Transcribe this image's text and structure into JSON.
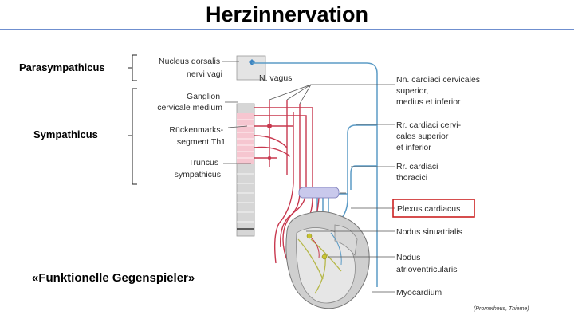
{
  "title": "Herzinnervation",
  "left_labels": {
    "parasympathicus": "Parasympathicus",
    "sympathicus": "Sympathicus"
  },
  "footer": "«Funktionelle Gegenspieler»",
  "credit": "(Prometheus, Thieme)",
  "labels_left": {
    "nucleus": [
      "Nucleus dorsalis",
      "nervi vagi"
    ],
    "n_vagus": "N. vagus",
    "ganglion": [
      "Ganglion",
      "cervicale medium"
    ],
    "rueckenmark": [
      "Rückenmarks-",
      "segment Th1"
    ],
    "truncus": [
      "Truncus",
      "sympathicus"
    ]
  },
  "labels_right": {
    "nn_cardiaci": [
      "Nn. cardiaci cervicales",
      "superior,",
      "medius et inferior"
    ],
    "rr_cardiaci_cervi": [
      "Rr. cardiaci cervi-",
      "cales superior",
      "et inferior"
    ],
    "rr_cardiaci_thor": [
      "Rr. cardiaci",
      "thoracici"
    ],
    "plexus": "Plexus cardiacus",
    "nodus_sinu": "Nodus sinuatrialis",
    "nodus_atrio": [
      "Nodus",
      "atrioventricularis"
    ],
    "myocardium": "Myocardium"
  },
  "colors": {
    "sympathetic": "#c8394f",
    "parasympathetic": "#5b9bc6",
    "highlight_box": "#cc2222",
    "title_rule": "#6f8fcf"
  }
}
